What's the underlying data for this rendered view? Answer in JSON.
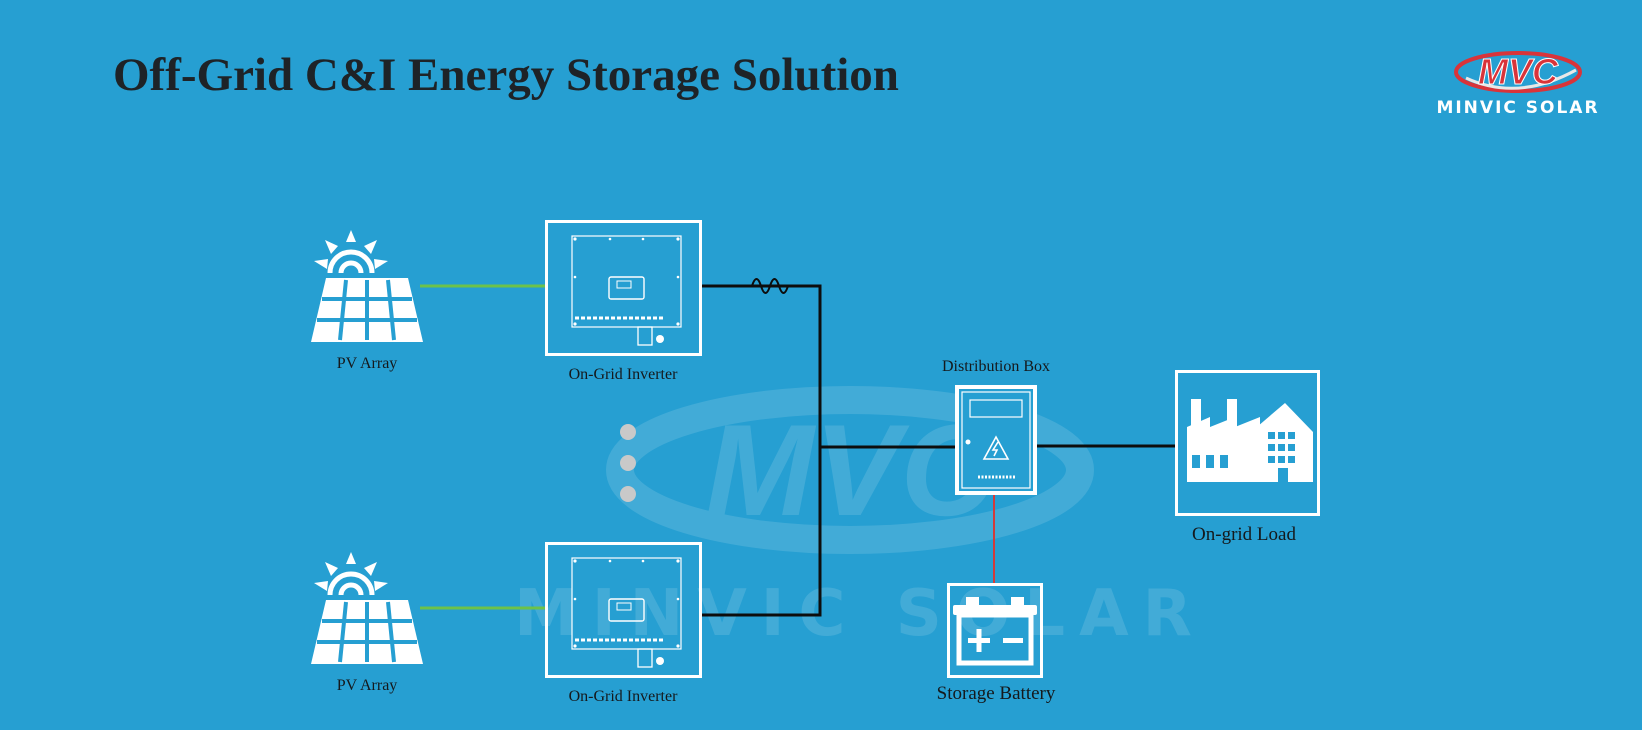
{
  "title": "Off-Grid C&I Energy Storage Solution",
  "logo": {
    "mark": "MVC",
    "brand": "MINVIC SOLAR"
  },
  "watermark": {
    "mark": "MVC",
    "brand": "MINVIC SOLAR"
  },
  "nodes": {
    "pv_array_1": "PV Array",
    "pv_array_2": "PV Array",
    "inverter_1": "On-Grid Inverter",
    "inverter_2": "On-Grid Inverter",
    "distribution_box": "Distribution Box",
    "storage_battery": "Storage Battery",
    "load": "On-grid Load"
  },
  "edges": [
    {
      "from": "pv_array_1",
      "to": "inverter_1",
      "type": "DC",
      "color": "#6cc24a"
    },
    {
      "from": "pv_array_2",
      "to": "inverter_2",
      "type": "DC",
      "color": "#6cc24a"
    },
    {
      "from": "inverter_1",
      "to": "distribution_box",
      "type": "AC",
      "color": "#0d0d0d"
    },
    {
      "from": "inverter_2",
      "to": "distribution_box",
      "type": "AC",
      "color": "#0d0d0d"
    },
    {
      "from": "distribution_box",
      "to": "load",
      "type": "AC",
      "color": "#0d0d0d"
    },
    {
      "from": "distribution_box",
      "to": "storage_battery",
      "type": "DC",
      "color": "#e53935"
    }
  ],
  "colors": {
    "background": "#269fd2",
    "title": "#1e2327",
    "icon": "#ffffff",
    "logo_red": "#d9343a"
  },
  "icons": [
    "solar-panel-icon",
    "inverter-icon",
    "distribution-box-icon",
    "battery-icon",
    "factory-icon",
    "more-dots-icon"
  ]
}
